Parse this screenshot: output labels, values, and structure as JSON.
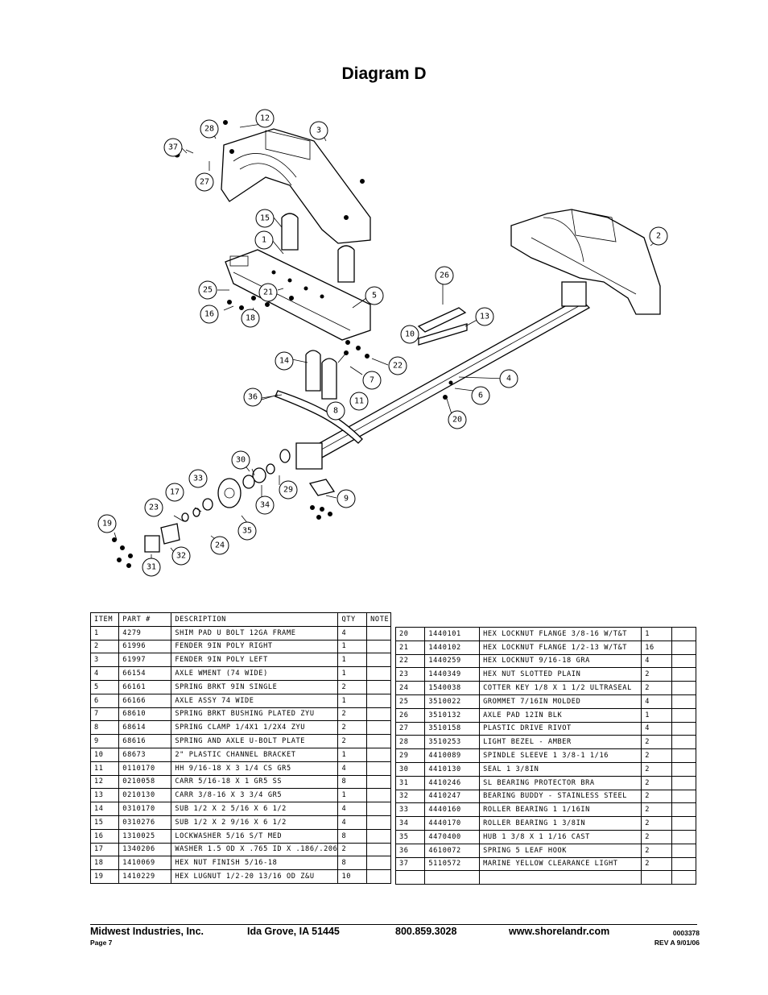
{
  "title": "Diagram D",
  "callouts": [
    "1",
    "2",
    "3",
    "4",
    "5",
    "6",
    "7",
    "8",
    "9",
    "10",
    "11",
    "12",
    "13",
    "14",
    "15",
    "16",
    "17",
    "18",
    "19",
    "20",
    "21",
    "22",
    "23",
    "24",
    "25",
    "26",
    "27",
    "28",
    "29",
    "30",
    "31",
    "32",
    "33",
    "34",
    "35",
    "36",
    "37"
  ],
  "table": {
    "headers": {
      "item": "ITEM",
      "part": "PART #",
      "description": "DESCRIPTION",
      "qty": "QTY",
      "note": "NOTE"
    },
    "left_rows": [
      {
        "item": "1",
        "part": "4279",
        "description": "SHIM PAD  U BOLT 12GA FRAME",
        "qty": "4"
      },
      {
        "item": "2",
        "part": "61996",
        "description": "FENDER  9IN POLY RIGHT",
        "qty": "1"
      },
      {
        "item": "3",
        "part": "61997",
        "description": "FENDER  9IN POLY LEFT",
        "qty": "1"
      },
      {
        "item": "4",
        "part": "66154",
        "description": "AXLE WMENT (74 WIDE)",
        "qty": "1"
      },
      {
        "item": "5",
        "part": "66161",
        "description": "SPRING BRKT  9IN SINGLE",
        "qty": "2"
      },
      {
        "item": "6",
        "part": "66166",
        "description": "AXLE ASSY 74 WIDE",
        "qty": "1"
      },
      {
        "item": "7",
        "part": "68610",
        "description": "SPRING BRKT BUSHING PLATED ZYU",
        "qty": "2"
      },
      {
        "item": "8",
        "part": "68614",
        "description": "SPRING CLAMP  1/4X1 1/2X4  ZYU",
        "qty": "2"
      },
      {
        "item": "9",
        "part": "68616",
        "description": "SPRING AND AXLE U-BOLT PLATE",
        "qty": "2"
      },
      {
        "item": "10",
        "part": "68673",
        "description": "2\" PLASTIC CHANNEL BRACKET",
        "qty": "1"
      },
      {
        "item": "11",
        "part": "0110170",
        "description": "HH 9/16-18 X 3 1/4 CS GR5",
        "qty": "4"
      },
      {
        "item": "12",
        "part": "0210058",
        "description": "CARR 5/16-18 X 1 GR5 SS",
        "qty": "8"
      },
      {
        "item": "13",
        "part": "0210130",
        "description": "CARR 3/8-16 X 3 3/4 GR5",
        "qty": "1"
      },
      {
        "item": "14",
        "part": "0310170",
        "description": "SUB 1/2 X 2 5/16 X 6 1/2",
        "qty": "4"
      },
      {
        "item": "15",
        "part": "0310276",
        "description": "SUB 1/2 X 2 9/16 X 6 1/2",
        "qty": "4"
      },
      {
        "item": "16",
        "part": "1310025",
        "description": "LOCKWASHER 5/16 S/T MED",
        "qty": "8"
      },
      {
        "item": "17",
        "part": "1340206",
        "description": "WASHER 1.5 OD X .765 ID X .186/.206",
        "qty": "2"
      },
      {
        "item": "18",
        "part": "1410069",
        "description": "HEX NUT FINISH 5/16-18",
        "qty": "8"
      },
      {
        "item": "19",
        "part": "1410229",
        "description": "HEX LUGNUT 1/2-20 13/16 OD Z&U",
        "qty": "10"
      }
    ],
    "right_rows": [
      {
        "item": "20",
        "part": "1440101",
        "description": "HEX LOCKNUT FLANGE 3/8-16 W/T&T",
        "qty": "1"
      },
      {
        "item": "21",
        "part": "1440102",
        "description": "HEX LOCKNUT FLANGE 1/2-13 W/T&T",
        "qty": "16"
      },
      {
        "item": "22",
        "part": "1440259",
        "description": "HEX LOCKNUT 9/16-18 GRA",
        "qty": "4"
      },
      {
        "item": "23",
        "part": "1440349",
        "description": "HEX NUT SLOTTED PLAIN",
        "qty": "2"
      },
      {
        "item": "24",
        "part": "1540038",
        "description": "COTTER KEY 1/8 X 1 1/2 ULTRASEAL",
        "qty": "2"
      },
      {
        "item": "25",
        "part": "3510022",
        "description": "GROMMET  7/16IN MOLDED",
        "qty": "4"
      },
      {
        "item": "26",
        "part": "3510132",
        "description": "AXLE PAD 12IN  BLK",
        "qty": "1"
      },
      {
        "item": "27",
        "part": "3510158",
        "description": "PLASTIC DRIVE RIVOT",
        "qty": "4"
      },
      {
        "item": "28",
        "part": "3510253",
        "description": "LIGHT BEZEL - AMBER",
        "qty": "2"
      },
      {
        "item": "29",
        "part": "4410089",
        "description": "SPINDLE SLEEVE  1 3/8-1 1/16",
        "qty": "2"
      },
      {
        "item": "30",
        "part": "4410130",
        "description": "SEAL  1 3/8IN",
        "qty": "2"
      },
      {
        "item": "31",
        "part": "4410246",
        "description": "SL BEARING PROTECTOR BRA",
        "qty": "2"
      },
      {
        "item": "32",
        "part": "4410247",
        "description": "BEARING BUDDY - STAINLESS STEEL",
        "qty": "2"
      },
      {
        "item": "33",
        "part": "4440160",
        "description": "ROLLER BEARING  1 1/16IN",
        "qty": "2"
      },
      {
        "item": "34",
        "part": "4440170",
        "description": "ROLLER BEARING  1 3/8IN",
        "qty": "2"
      },
      {
        "item": "35",
        "part": "4470400",
        "description": "HUB  1 3/8 X 1 1/16 CAST",
        "qty": "2"
      },
      {
        "item": "36",
        "part": "4610072",
        "description": "SPRING  5 LEAF HOOK",
        "qty": "2"
      },
      {
        "item": "37",
        "part": "5110572",
        "description": "MARINE YELLOW CLEARANCE LIGHT",
        "qty": "2"
      }
    ]
  },
  "footer": {
    "company": "Midwest Industries, Inc.",
    "city": "Ida Grove, IA  51445",
    "phone": "800.859.3028",
    "website": "www.shorelandr.com",
    "doc_number": "0003378",
    "page": "Page 7",
    "revision": "REV A  9/01/06"
  }
}
